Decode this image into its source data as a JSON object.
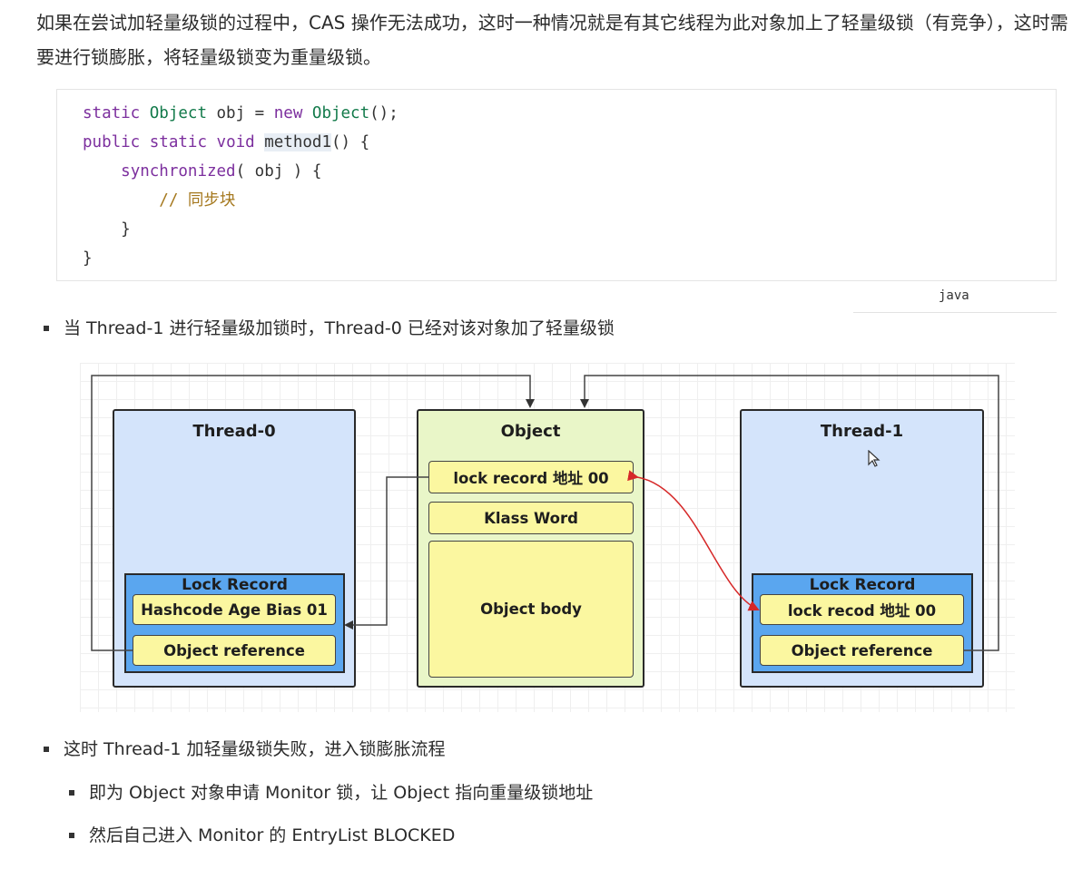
{
  "intro": {
    "text": "如果在尝试加轻量级锁的过程中，CAS 操作无法成功，这时一种情况就是有其它线程为此对象加上了轻量级锁（有竞争），这时需要进行锁膨胀，将轻量级锁变为重量级锁。"
  },
  "code": {
    "language": "java",
    "line1": {
      "kw": "static",
      "type": "Object",
      "rest": " obj = ",
      "kw2": "new",
      "type2": "Object",
      "end": "();"
    },
    "line2": {
      "kw1": "public",
      "kw2": "static",
      "kw3": "void",
      "method": "method1",
      "end": "() {"
    },
    "line3": {
      "kw": "synchronized",
      "end": "( obj ) {"
    },
    "line4": {
      "comment": "// 同步块"
    },
    "line5": {
      "text": "}"
    },
    "line6": {
      "text": "}"
    }
  },
  "bullets": {
    "b1": "当 Thread-1 进行轻量级加锁时，Thread-0 已经对该对象加了轻量级锁",
    "b2": "这时 Thread-1 加轻量级锁失败，进入锁膨胀流程",
    "b3": "即为 Object 对象申请 Monitor 锁，让 Object 指向重量级锁地址",
    "b4": "然后自己进入 Monitor 的 EntryList BLOCKED"
  },
  "diagram": {
    "thread0": {
      "title": "Thread-0",
      "lock_record_title": "Lock Record",
      "cell1": "Hashcode Age Bias 01",
      "cell2": "Object reference"
    },
    "object": {
      "title": "Object",
      "cell1": "lock record 地址 00",
      "cell2": "Klass Word",
      "cell3": "Object body"
    },
    "thread1": {
      "title": "Thread-1",
      "lock_record_title": "Lock Record",
      "cell1": "lock recod 地址 00",
      "cell2": "Object reference"
    },
    "colors": {
      "thread_fill": "#d4e4fb",
      "object_fill": "#e9f6c8",
      "lock_record_fill": "#5aa6ef",
      "cell_fill": "#fbf7a0",
      "cas_arrow": "#e0302e"
    }
  }
}
